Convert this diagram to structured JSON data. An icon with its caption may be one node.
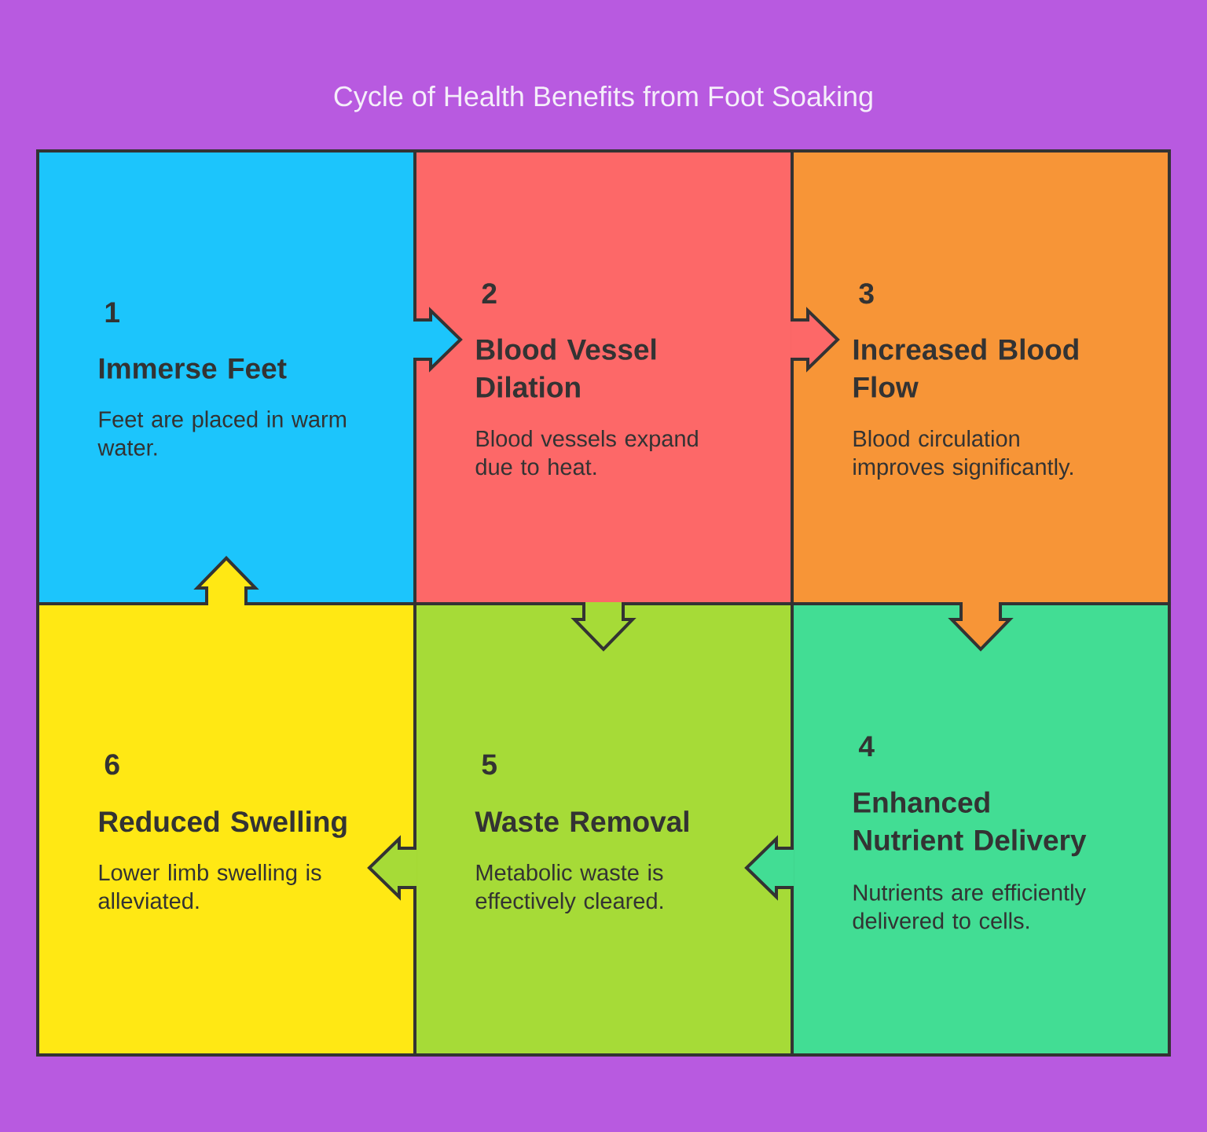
{
  "diagram": {
    "title": "Cycle of Health Benefits from Foot Soaking",
    "nodes": [
      {
        "text": [
          "1",
          "Immerse Feet",
          "Feet are placed in warm water."
        ]
      },
      {
        "text": [
          "2",
          "Blood Vessel Dilation",
          "Blood vessels expand due to heat."
        ]
      },
      {
        "text": [
          "3",
          "Increased Blood Flow",
          "Blood circulation improves significantly."
        ]
      },
      {
        "text": [
          "4",
          "Enhanced Nutrient Delivery",
          "Nutrients are efficiently delivered to cells."
        ]
      },
      {
        "text": [
          "5",
          "Waste Removal",
          "Metabolic waste is effectively cleared."
        ]
      },
      {
        "text": [
          "6",
          "Reduced Swelling",
          "Lower limb swelling is alleviated."
        ]
      }
    ],
    "edges": [
      {
        "from": 0,
        "to": 1,
        "arrow": "to"
      },
      {
        "from": 1,
        "to": 2,
        "arrow": "to"
      },
      {
        "from": 2,
        "to": 3,
        "arrow": "to"
      },
      {
        "from": 3,
        "to": 4,
        "arrow": "to"
      },
      {
        "from": 4,
        "to": 5,
        "arrow": "to"
      },
      {
        "from": 5,
        "to": 0,
        "arrow": "to"
      },
      {
        "from": 1,
        "to": 4,
        "arrow": "to",
        "color": "#a6db37"
      }
    ]
  }
}
